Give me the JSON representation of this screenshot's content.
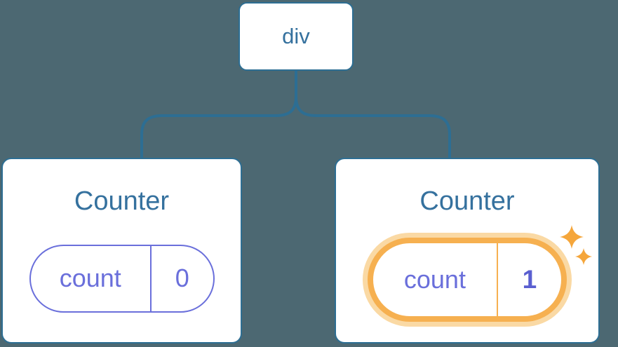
{
  "root_node": {
    "label": "div"
  },
  "cards": [
    {
      "title": "Counter",
      "state": {
        "key": "count",
        "value": "0"
      },
      "highlighted": false
    },
    {
      "title": "Counter",
      "state": {
        "key": "count",
        "value": "1"
      },
      "highlighted": true
    }
  ],
  "colors": {
    "background": "#4C6872",
    "line_blue": "#2D6E93",
    "text_blue": "#35719E",
    "purple": "#6A6FDB",
    "purple_bold": "#5A5FD0",
    "orange": "#F6B050",
    "orange_halo": "#FAD9A4",
    "sparkle_orange": "#F5A63B",
    "card_bg": "#FFFFFF"
  }
}
